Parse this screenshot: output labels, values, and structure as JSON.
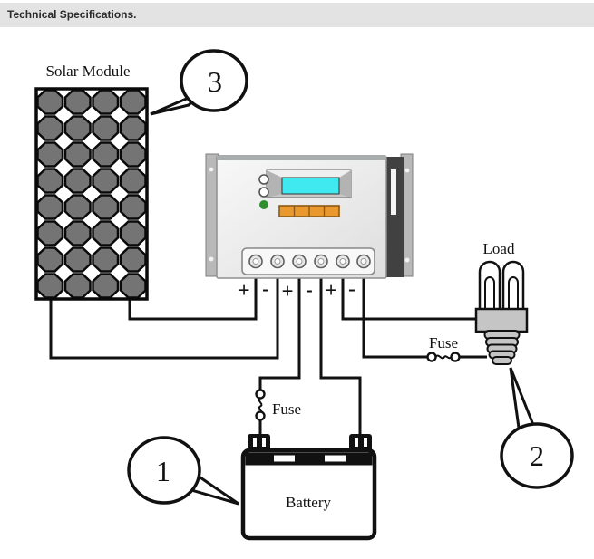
{
  "header": {
    "title": "Technical Specifications."
  },
  "diagram": {
    "solar_module": {
      "label": "Solar Module"
    },
    "controller": {
      "terminal_labels": [
        "+",
        "-",
        "+",
        "-",
        "+",
        "-"
      ]
    },
    "load": {
      "label": "Load"
    },
    "battery": {
      "label": "Battery"
    },
    "fuses": {
      "load_fuse_label": "Fuse",
      "battery_fuse_label": "Fuse"
    },
    "callouts": {
      "battery": "1",
      "load": "2",
      "solar_module": "3"
    },
    "colors": {
      "header_bar": "#e3e3e3",
      "wire_black": "#111111",
      "solar_cell_gray": "#747474",
      "lcd_screen": "#3fe9ef",
      "button_orange": "#e9992e",
      "led_green": "#2f8f2f",
      "component_gray": "#c5c5c5"
    }
  }
}
